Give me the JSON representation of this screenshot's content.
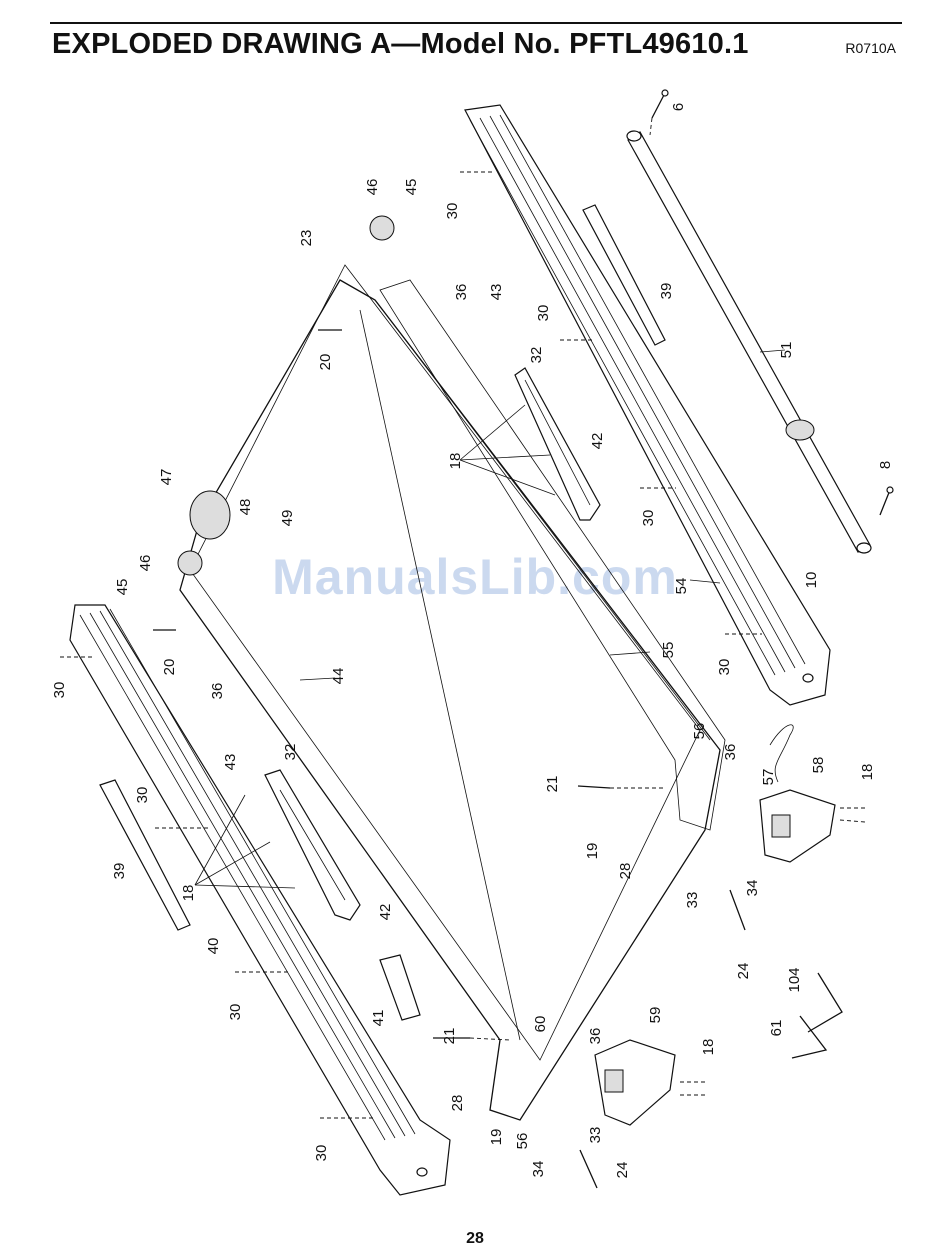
{
  "header": {
    "title": "EXPLODED DRAWING A—Model No. PFTL49610.1",
    "ref_code": "R0710A"
  },
  "footer": {
    "page_number": "28"
  },
  "watermark": "ManualsLib.com",
  "callouts": {
    "p6": "6",
    "p30a": "30",
    "p46a": "46",
    "p45a": "45",
    "p23": "23",
    "p36a": "36",
    "p43a": "43",
    "p30b": "30",
    "p39a": "39",
    "p20a": "20",
    "p32a": "32",
    "p51": "51",
    "p18a": "18",
    "p42a": "42",
    "p47": "47",
    "p48": "48",
    "p49": "49",
    "p30c": "30",
    "p8": "8",
    "p46b": "46",
    "p45b": "45",
    "p54": "54",
    "p10": "10",
    "p20b": "20",
    "p30d": "30",
    "p55": "55",
    "p36b": "36",
    "p44": "44",
    "p30e": "30",
    "p43b": "43",
    "p32b": "32",
    "p56a": "56",
    "p36c": "36",
    "p57": "57",
    "p58": "58",
    "p18b": "18",
    "p21a": "21",
    "p30f": "30",
    "p19a": "19",
    "p28a": "28",
    "p39b": "39",
    "p18c": "18",
    "p42b": "42",
    "p33a": "33",
    "p34a": "34",
    "p40": "40",
    "p24a": "24",
    "p104": "104",
    "p30g": "30",
    "p61": "61",
    "p41": "41",
    "p21b": "21",
    "p60": "60",
    "p36d": "36",
    "p59": "59",
    "p18d": "18",
    "p28b": "28",
    "p19b": "19",
    "p56b": "56",
    "p33b": "33",
    "p30h": "30",
    "p34b": "34",
    "p24b": "24"
  }
}
